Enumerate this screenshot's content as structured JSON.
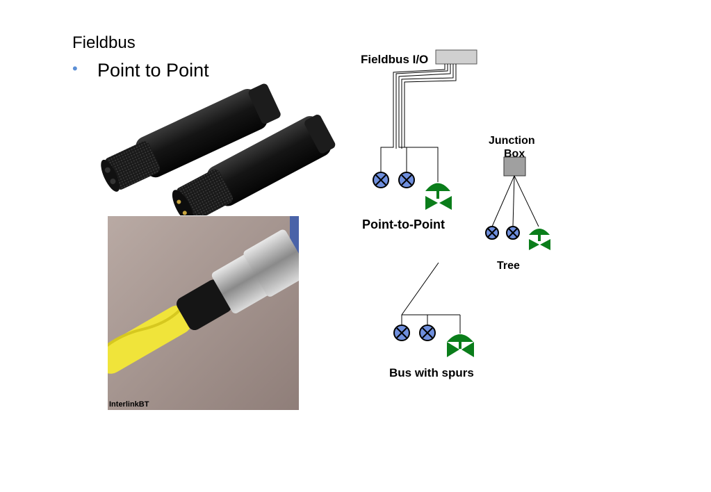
{
  "slide": {
    "title": "Fieldbus",
    "bullet": "Point to Point"
  },
  "photos": {
    "connectors_alt": "Two black circular fieldbus connectors",
    "cable_caption": "InterlinkBT"
  },
  "diagram": {
    "io_label": "Fieldbus I/O",
    "junction_box_label_line1": "Junction",
    "junction_box_label_line2": "Box",
    "point_to_point_label": "Point-to-Point",
    "tree_label": "Tree",
    "bus_label": "Bus with spurs"
  },
  "colors": {
    "instrument_fill": "#6f8fdd",
    "valve_green": "#0a7d1a",
    "box_grey": "#a0a0a0"
  }
}
